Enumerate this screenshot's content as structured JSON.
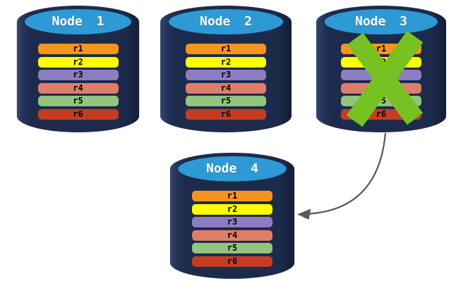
{
  "diagram": {
    "description_rows_per_node": 6,
    "node_count": 4
  },
  "nodes": [
    {
      "title": "Node 1"
    },
    {
      "title": "Node 2"
    },
    {
      "title": "Node 3"
    },
    {
      "title": "Node 4"
    }
  ],
  "rows": [
    {
      "label": "r1",
      "color": "#F7941E"
    },
    {
      "label": "r2",
      "color": "#FFFF00"
    },
    {
      "label": "r3",
      "color": "#8C7DC1"
    },
    {
      "label": "r4",
      "color": "#DE7E68"
    },
    {
      "label": "r5",
      "color": "#93C47D"
    },
    {
      "label": "r6",
      "color": "#C63C22"
    }
  ],
  "icons": {
    "cross": "x-mark",
    "arrow": "curved-left-arrow"
  },
  "colors": {
    "background": "#FFFFFF",
    "cylinder_body": "#1C2B4C",
    "cylinder_body_highlight": "#34476F",
    "cylinder_body_shadow": "#131E36",
    "cylinder_top": "#2E9AD5",
    "title_text": "#FFFFFF",
    "row_text": "#000000",
    "cross_green": "#78C123",
    "arrow_gray": "#5A5A5A"
  }
}
